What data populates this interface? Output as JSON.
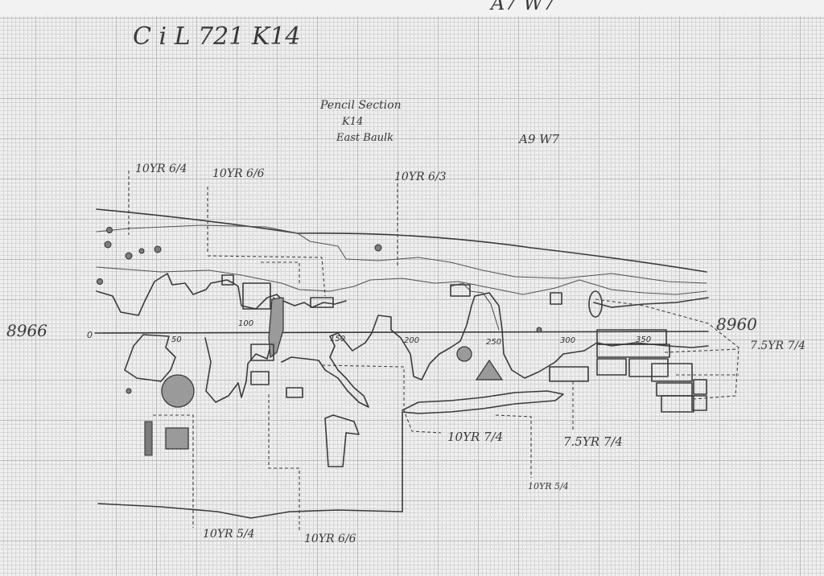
{
  "header": {
    "site_code": "C i L 721  K14",
    "top_right": "A7  W7"
  },
  "title": {
    "line1": "Pencil Section",
    "line2": "K14",
    "line3": "East Baulk",
    "area": "A9 W7"
  },
  "datum": {
    "left": "8966",
    "right": "8960",
    "zero": "0"
  },
  "scale_ticks": [
    "50",
    "100",
    "150",
    "200",
    "250",
    "300",
    "350"
  ],
  "soil_labels": {
    "top_1": "10YR 6/4",
    "top_2": "10YR 6/6",
    "top_3": "10YR 6/3",
    "right": "7.5YR 7/4",
    "mid_1": "10YR 7/4",
    "mid_2": "7.5YR 7/4",
    "low_1": "10YR 5/4",
    "bottom_1": "10YR 5/4",
    "bottom_2": "10YR 6/6"
  },
  "colors": {
    "ink": "#3b3b3b",
    "paper": "#efefef",
    "grid": "#bdbdbd"
  }
}
